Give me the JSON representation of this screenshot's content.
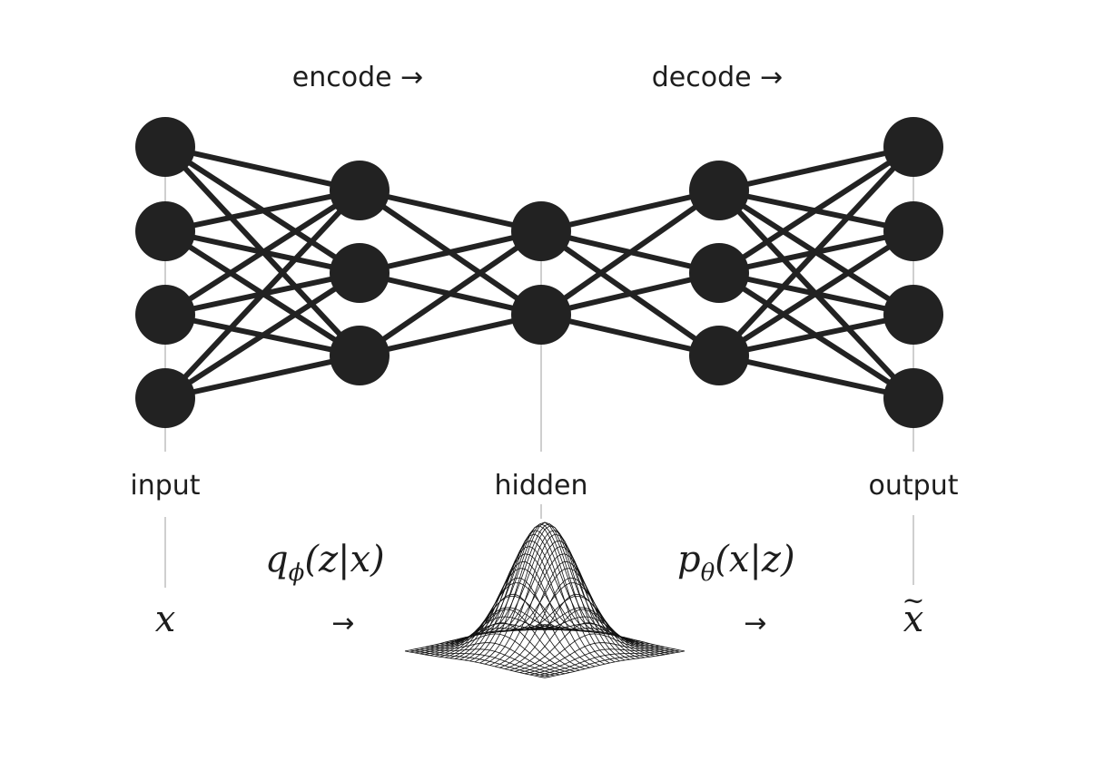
{
  "header": {
    "encode_label": "encode →",
    "decode_label": "decode →"
  },
  "layers": [
    {
      "name": "input",
      "label": "input",
      "node_count": 4
    },
    {
      "name": "encoder-hidden",
      "label": "",
      "node_count": 3
    },
    {
      "name": "latent",
      "label": "hidden",
      "node_count": 2
    },
    {
      "name": "decoder-hidden",
      "label": "",
      "node_count": 3
    },
    {
      "name": "output",
      "label": "output",
      "node_count": 4
    }
  ],
  "math": {
    "input_symbol": "x",
    "encoder_dist_main": "q",
    "encoder_dist_sub": "ϕ",
    "encoder_dist_args": "(z|x)",
    "decoder_dist_main": "p",
    "decoder_dist_sub": "θ",
    "decoder_dist_args": "(x|z)",
    "output_symbol": "x",
    "output_accent": "~",
    "arrow": "→"
  },
  "colors": {
    "node": "#222222",
    "edge": "#222222",
    "guide": "#cfcfcf",
    "text": "#1d1d1d"
  }
}
